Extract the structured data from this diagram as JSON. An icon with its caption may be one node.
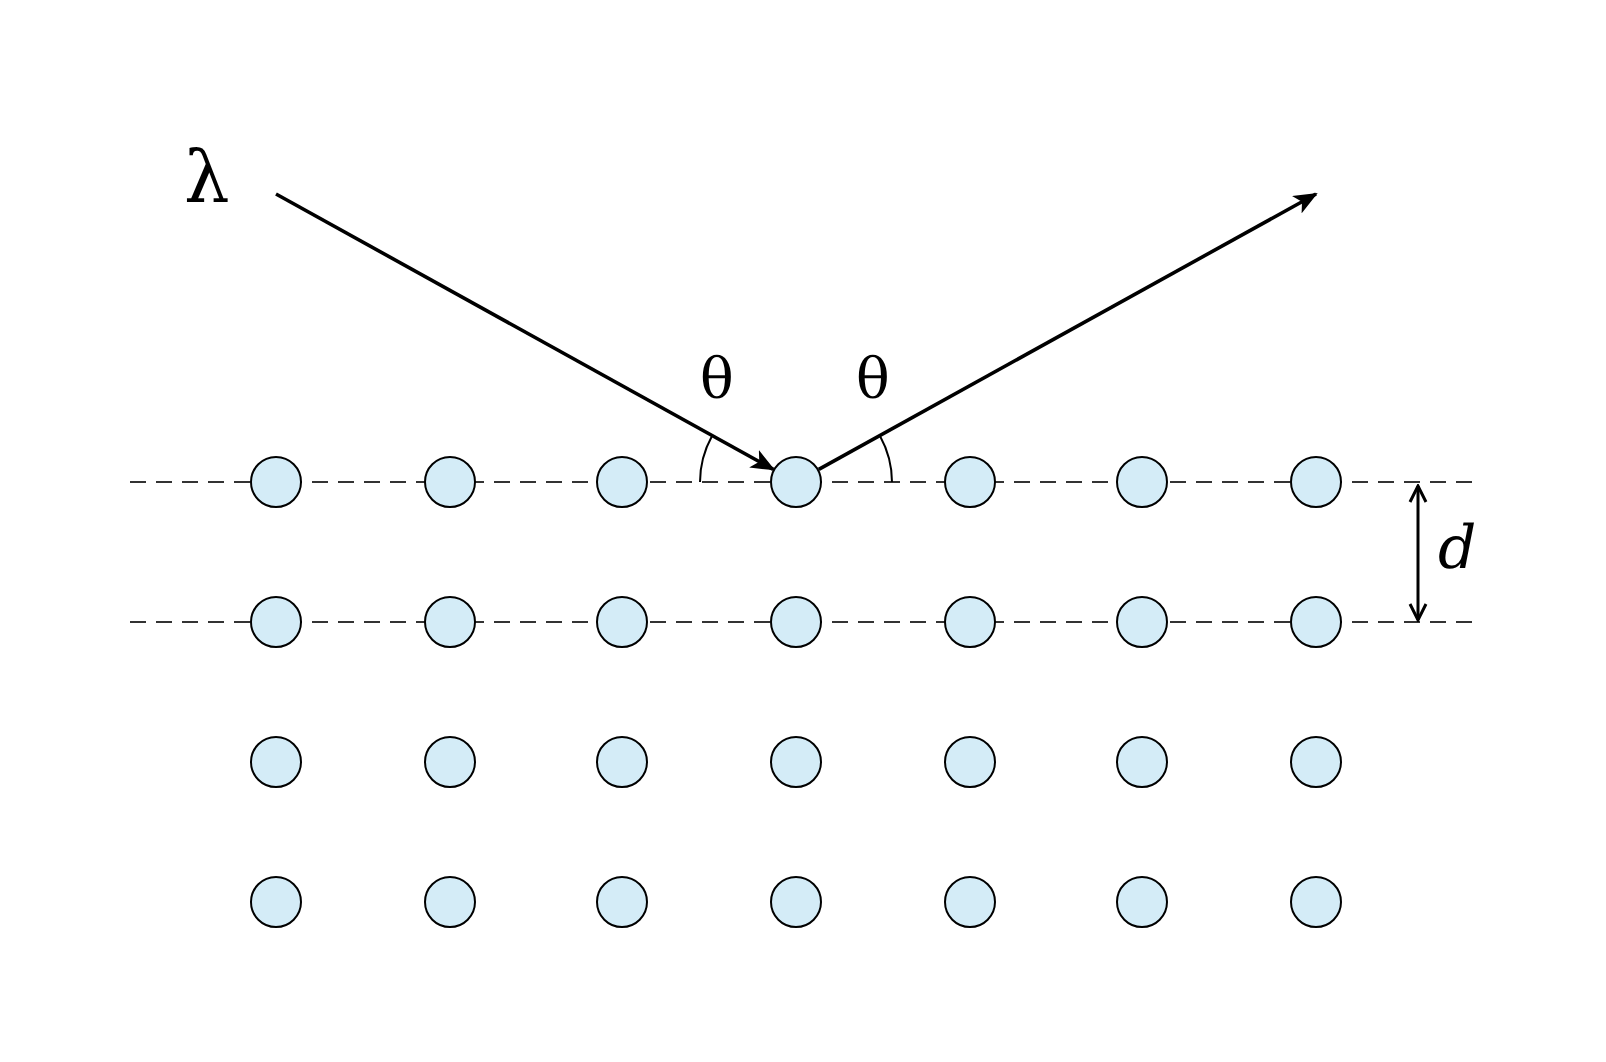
{
  "diagram": {
    "nodes": [
      {
        "text": [
          "λ"
        ]
      },
      {
        "text": [],
        "shape": "circle"
      },
      {
        "text": [],
        "shape": "circle"
      },
      {
        "text": [],
        "shape": "circle"
      },
      {
        "text": [],
        "shape": "circle"
      },
      {
        "text": [],
        "shape": "circle"
      },
      {
        "text": [],
        "shape": "circle"
      },
      {
        "text": [],
        "shape": "circle"
      },
      {
        "text": [],
        "shape": "circle"
      },
      {
        "text": [],
        "shape": "circle"
      },
      {
        "text": [],
        "shape": "circle"
      },
      {
        "text": [],
        "shape": "circle"
      },
      {
        "text": [],
        "shape": "circle"
      },
      {
        "text": [],
        "shape": "circle"
      },
      {
        "text": [],
        "shape": "circle"
      },
      {
        "text": [],
        "shape": "circle"
      },
      {
        "text": [],
        "shape": "circle"
      },
      {
        "text": [],
        "shape": "circle"
      },
      {
        "text": [],
        "shape": "circle"
      },
      {
        "text": [],
        "shape": "circle"
      },
      {
        "text": [],
        "shape": "circle"
      },
      {
        "text": [],
        "shape": "circle"
      },
      {
        "text": [],
        "shape": "circle"
      },
      {
        "text": [],
        "shape": "circle"
      },
      {
        "text": [],
        "shape": "circle"
      },
      {
        "text": [],
        "shape": "circle"
      },
      {
        "text": [],
        "shape": "circle"
      },
      {
        "text": [],
        "shape": "circle"
      },
      {
        "text": [],
        "shape": "circle"
      }
    ],
    "edges": [
      {
        "from": 0,
        "to": 4,
        "arrow": "to"
      },
      {
        "from": 4,
        "to": null,
        "arrow": "to"
      }
    ],
    "labels": [
      "θ",
      "θ",
      "d"
    ]
  }
}
